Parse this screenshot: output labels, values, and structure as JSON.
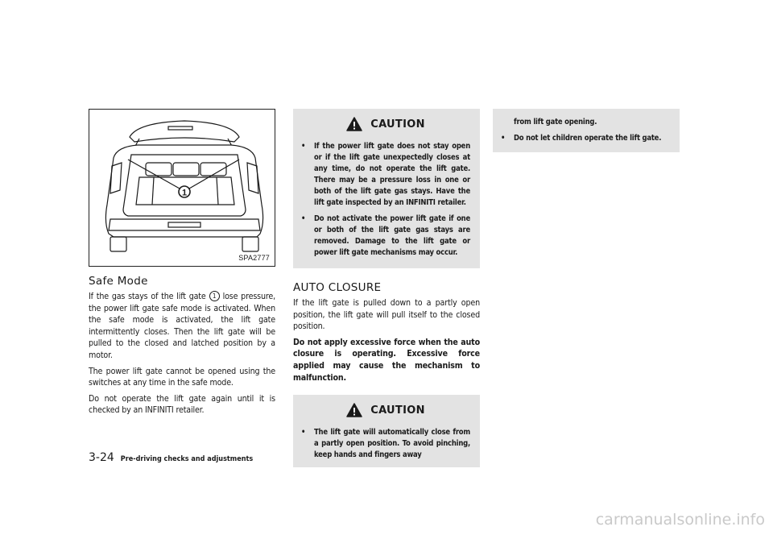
{
  "figure": {
    "label": "SPA2777",
    "callout": "1"
  },
  "safe_mode": {
    "heading": "Safe Mode",
    "p1_pre": "If the gas stays of the lift gate",
    "p1_callout": "1",
    "p1_post": "lose pressure, the power lift gate safe mode is activated. When the safe mode is activated, the lift gate intermittently closes. Then the lift gate will be pulled to the closed and latched position by a motor.",
    "p2": "The power lift gate cannot be opened using the switches at any time in the safe mode.",
    "p3": "Do not operate the lift gate again until it is checked by an INFINITI retailer."
  },
  "caution1": {
    "title": "CAUTION",
    "items": [
      "If the power lift gate does not stay open or if the lift gate unexpectedly closes at any time, do not operate the lift gate. There may be a pressure loss in one or both of the lift gate gas stays. Have the lift gate inspected by an INFINITI retailer.",
      "Do not activate the power lift gate if one or both of the lift gate gas stays are removed. Damage to the lift gate or power lift gate mechanisms may occur."
    ]
  },
  "auto_closure": {
    "heading": "AUTO CLOSURE",
    "p1": "If the lift gate is pulled down to a partly open position, the lift gate will pull itself to the closed position.",
    "p2": "Do not apply excessive force when the auto closure is operating. Excessive force applied may cause the mechanism to malfunction."
  },
  "caution2": {
    "title": "CAUTION",
    "item1_part1": "The lift gate will automatically close from a partly open position. To avoid pinching, keep hands and fingers away",
    "item1_part2": "from lift gate opening.",
    "item2": "Do not let children operate the lift gate."
  },
  "bullet": "•",
  "footer": {
    "page_number": "3-24",
    "section_title": "Pre-driving checks and adjustments"
  },
  "watermark": "carmanualsonline.info"
}
